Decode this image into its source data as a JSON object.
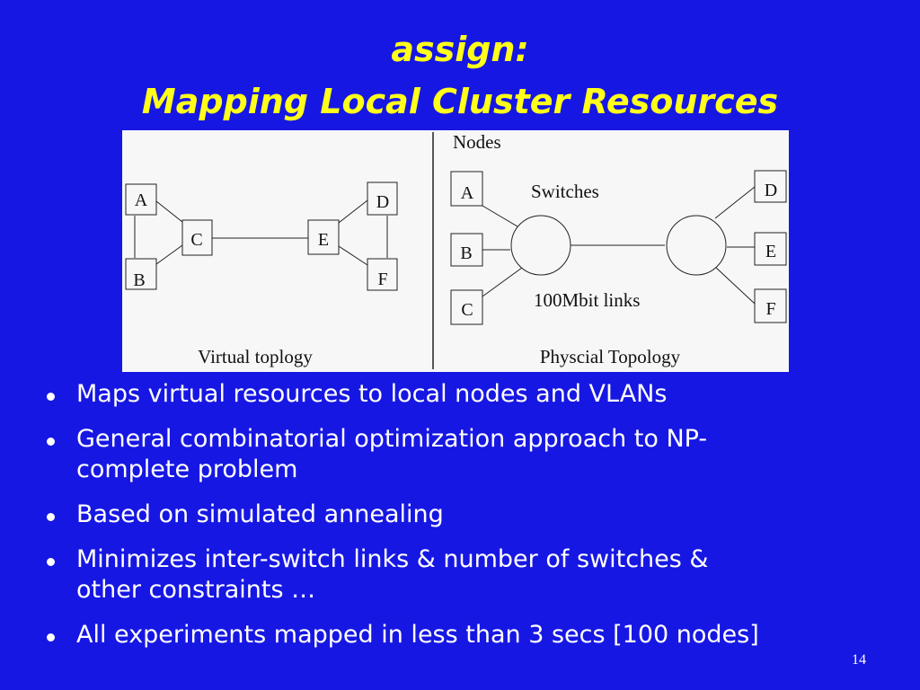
{
  "slide": {
    "title_line1": "assign:",
    "title_line2": "Mapping Local Cluster Resources",
    "page_number": "14",
    "colors": {
      "background": "#1717e3",
      "title": "#ffff1a",
      "text": "#ffffff",
      "figure_background": "#f7f7f7"
    }
  },
  "figure": {
    "virtual": {
      "caption": "Virtual toplogy",
      "nodes": {
        "a": "A",
        "b": "B",
        "c": "C",
        "d": "D",
        "e": "E",
        "f": "F"
      }
    },
    "physical": {
      "nodes_label": "Nodes",
      "switches_label": "Switches",
      "links_label": "100Mbit links",
      "caption": "Physcial Topology",
      "nodes": {
        "a": "A",
        "b": "B",
        "c": "C",
        "d": "D",
        "e": "E",
        "f": "F"
      }
    }
  },
  "bullets": [
    {
      "line1": "Maps virtual resources to local nodes and VLANs"
    },
    {
      "line1": "General combinatorial optimization approach to NP-",
      "line2": "complete problem"
    },
    {
      "line1": "Based on simulated annealing"
    },
    {
      "line1": "Minimizes inter-switch links & number of switches &",
      "line2": "other constraints …"
    },
    {
      "line1": "All experiments mapped in less than 3 secs [100 nodes]"
    }
  ]
}
